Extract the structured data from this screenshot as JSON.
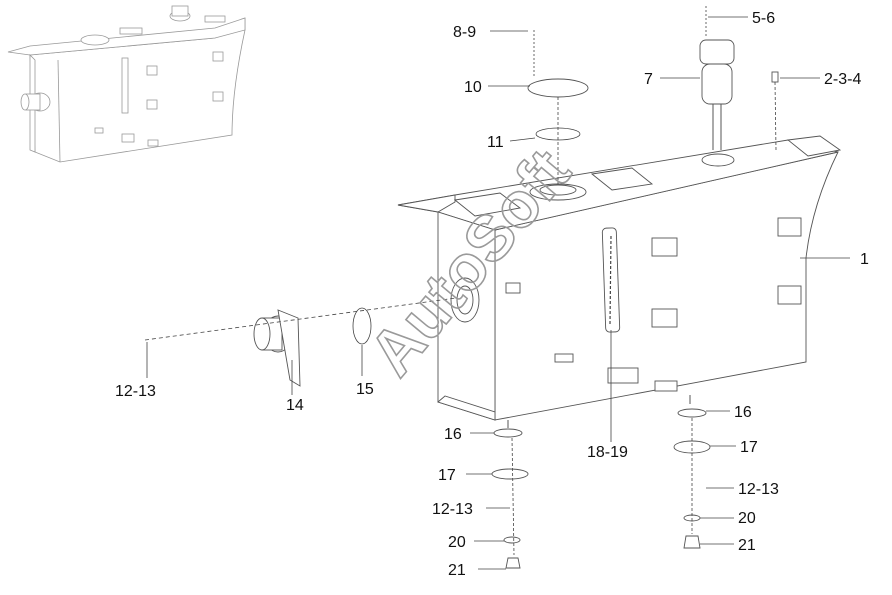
{
  "diagram": {
    "watermark": "AutoSoft",
    "callouts": [
      {
        "id": "c-8-9",
        "label": "8-9"
      },
      {
        "id": "c-5-6",
        "label": "5-6"
      },
      {
        "id": "c-10",
        "label": "10"
      },
      {
        "id": "c-7",
        "label": "7"
      },
      {
        "id": "c-2-3-4",
        "label": "2-3-4"
      },
      {
        "id": "c-11",
        "label": "11"
      },
      {
        "id": "c-1",
        "label": "1"
      },
      {
        "id": "c-12-13-left",
        "label": "12-13"
      },
      {
        "id": "c-14",
        "label": "14"
      },
      {
        "id": "c-15",
        "label": "15"
      },
      {
        "id": "c-16-left",
        "label": "16"
      },
      {
        "id": "c-18-19",
        "label": "18-19"
      },
      {
        "id": "c-16-right",
        "label": "16"
      },
      {
        "id": "c-17-right",
        "label": "17"
      },
      {
        "id": "c-17-left",
        "label": "17"
      },
      {
        "id": "c-12-13-right",
        "label": "12-13"
      },
      {
        "id": "c-12-13-bottom",
        "label": "12-13"
      },
      {
        "id": "c-20-right",
        "label": "20"
      },
      {
        "id": "c-20-left",
        "label": "20"
      },
      {
        "id": "c-21-right",
        "label": "21"
      },
      {
        "id": "c-21-left",
        "label": "21"
      }
    ]
  }
}
